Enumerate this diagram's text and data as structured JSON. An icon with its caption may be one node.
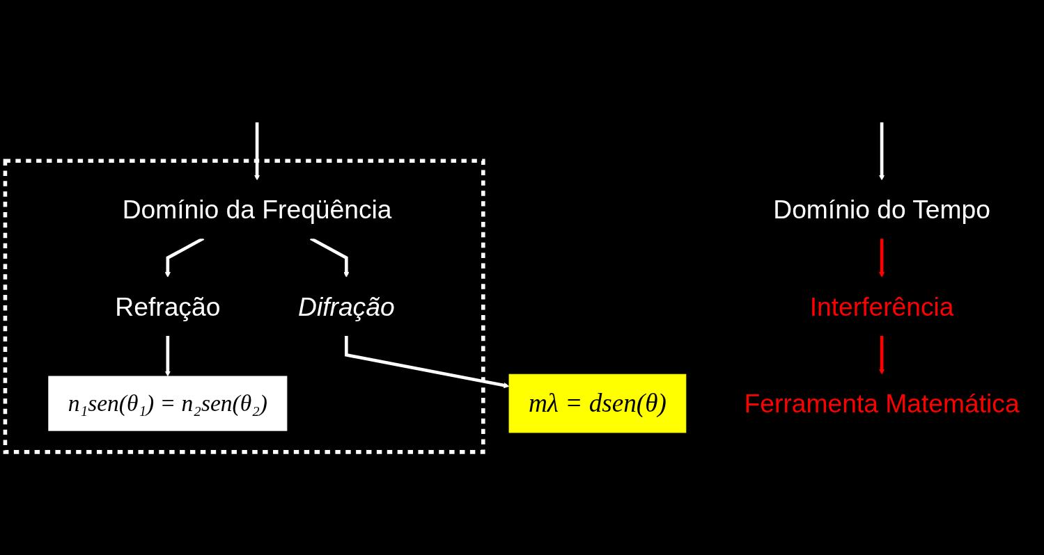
{
  "diagram": {
    "nodes": [
      {
        "text": [],
        "shape": "box"
      },
      {
        "text": [
          "Domínio da Freqüência"
        ],
        "in": 0
      },
      {
        "text": [
          "Domínio do Tempo"
        ]
      },
      {
        "text": [
          "Refração"
        ],
        "in": 0
      },
      {
        "text": [
          "Difração"
        ],
        "in": 0
      },
      {
        "text": [
          "n₁sen(θ₁) = n₂sen(θ₂)"
        ],
        "in": 0
      },
      {
        "text": [
          "mλ = dsen(θ)"
        ]
      },
      {
        "text": [
          "Interferência"
        ]
      },
      {
        "text": [
          "Ferramenta Matemática"
        ]
      }
    ],
    "edges": [
      {
        "from": null,
        "to": 1,
        "arrow": "to"
      },
      {
        "from": null,
        "to": 2,
        "arrow": "to"
      },
      {
        "from": 1,
        "to": 3,
        "arrow": "to"
      },
      {
        "from": 1,
        "to": 4,
        "arrow": "to"
      },
      {
        "from": 3,
        "to": 5,
        "arrow": "to"
      },
      {
        "from": 4,
        "to": 6,
        "arrow": "to"
      },
      {
        "from": 2,
        "to": 7,
        "arrow": "to",
        "color": "#ff0000"
      },
      {
        "from": 7,
        "to": 8,
        "arrow": "to",
        "color": "#ff0000"
      }
    ]
  }
}
